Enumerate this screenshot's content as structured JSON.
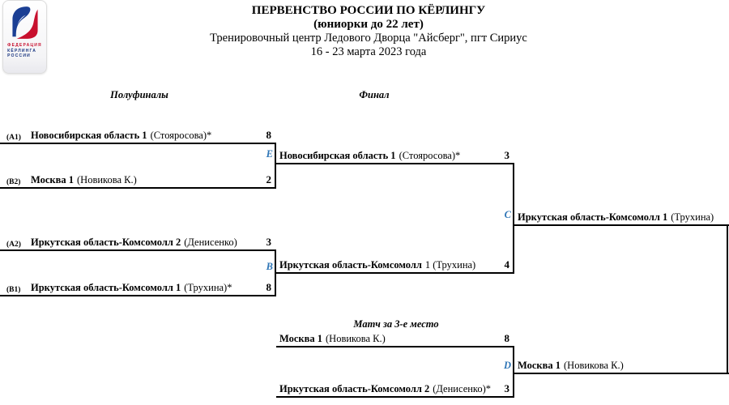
{
  "title": {
    "line1": "ПЕРВЕНСТВО РОССИИ ПО КЁРЛИНГУ",
    "line2": "(юниорки до 22 лет)",
    "line3": "Тренировочный центр Ледового Дворца \"Айсберг\", пгт Сириус",
    "line4": "16 - 23 марта 2023 года"
  },
  "logo": {
    "line1": "ФЕДЕРАЦИЯ",
    "line2": "КЁРЛИНГА",
    "line3": "РОССИИ"
  },
  "sections": {
    "semifinals": "Полуфиналы",
    "final": "Финал",
    "third_place": "Матч за 3-е место"
  },
  "matches": {
    "sf1": {
      "letter": "E",
      "top": {
        "seed": "(A1)",
        "name": "Новосибирская область 1",
        "skip": "(Стояросова)*",
        "score": "8"
      },
      "bottom": {
        "seed": "(B2)",
        "name": "Москва 1",
        "skip": "(Новикова К.)",
        "score": "2"
      }
    },
    "sf2": {
      "letter": "B",
      "top": {
        "seed": "(A2)",
        "name": "Иркутская область-Комсомолл 2",
        "skip": "(Денисенко)",
        "score": "3"
      },
      "bottom": {
        "seed": "(B1)",
        "name": "Иркутская область-Комсомолл 1",
        "skip": "(Трухина)*",
        "score": "8"
      }
    },
    "final": {
      "letter": "C",
      "top": {
        "name": "Новосибирская область 1",
        "skip": "(Стояросова)*",
        "score": "3"
      },
      "bottom": {
        "name": "Иркутская область-Комсомолл",
        "skip": "1 (Трухина)",
        "score": "4"
      },
      "winner": {
        "name": "Иркутская область-Комсомолл 1",
        "skip": "(Трухина)"
      }
    },
    "third": {
      "letter": "D",
      "top": {
        "name": "Москва 1",
        "skip": "(Новикова К.)",
        "score": "8"
      },
      "bottom": {
        "name": "Иркутская область-Комсомолл 2",
        "skip": "(Денисенко)*",
        "score": "3"
      },
      "winner": {
        "name": "Москва 1",
        "skip": "(Новикова К.)"
      }
    }
  },
  "colors": {
    "letter_blue": "#2E75B6",
    "logo_red": "#C8102E",
    "logo_blue": "#16337F",
    "line_black": "#000000"
  }
}
